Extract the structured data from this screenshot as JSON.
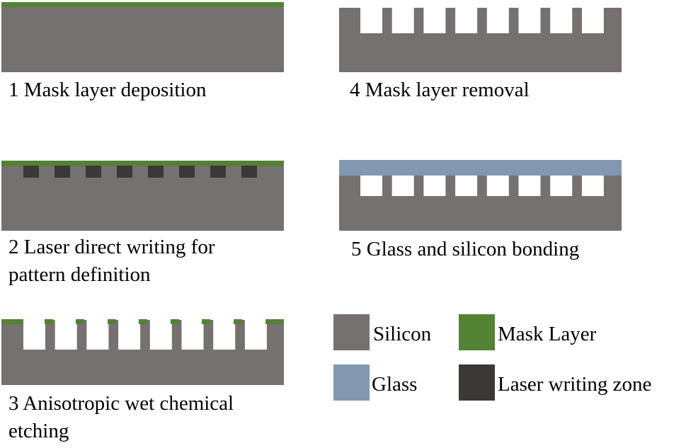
{
  "colors": {
    "silicon": "#767171",
    "mask": "#548235",
    "glass": "#8497b0",
    "laser_zone": "#3b3838",
    "text": "#000000"
  },
  "steps": [
    {
      "lines": [
        "1 Mask layer deposition"
      ]
    },
    {
      "lines": [
        "2 Laser direct writing for",
        "pattern definition"
      ]
    },
    {
      "lines": [
        "3 Anisotropic wet chemical",
        "etching"
      ]
    },
    {
      "lines": [
        "4 Mask layer removal"
      ]
    },
    {
      "lines": [
        "5 Glass and silicon bonding"
      ]
    }
  ],
  "legend": {
    "silicon": "Silicon",
    "mask": "Mask Layer",
    "glass": "Glass",
    "laser": "Laser writing zone"
  }
}
